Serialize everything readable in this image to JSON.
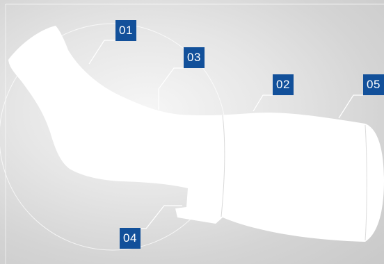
{
  "callouts": [
    {
      "id": "01",
      "label": "01"
    },
    {
      "id": "02",
      "label": "02"
    },
    {
      "id": "03",
      "label": "03"
    },
    {
      "id": "04",
      "label": "04"
    },
    {
      "id": "05",
      "label": "05"
    }
  ],
  "colors": {
    "marker_fill": "#12509a",
    "marker_text": "#ffffff",
    "silhouette": "#ffffff",
    "leader_line": "#ffffff"
  }
}
